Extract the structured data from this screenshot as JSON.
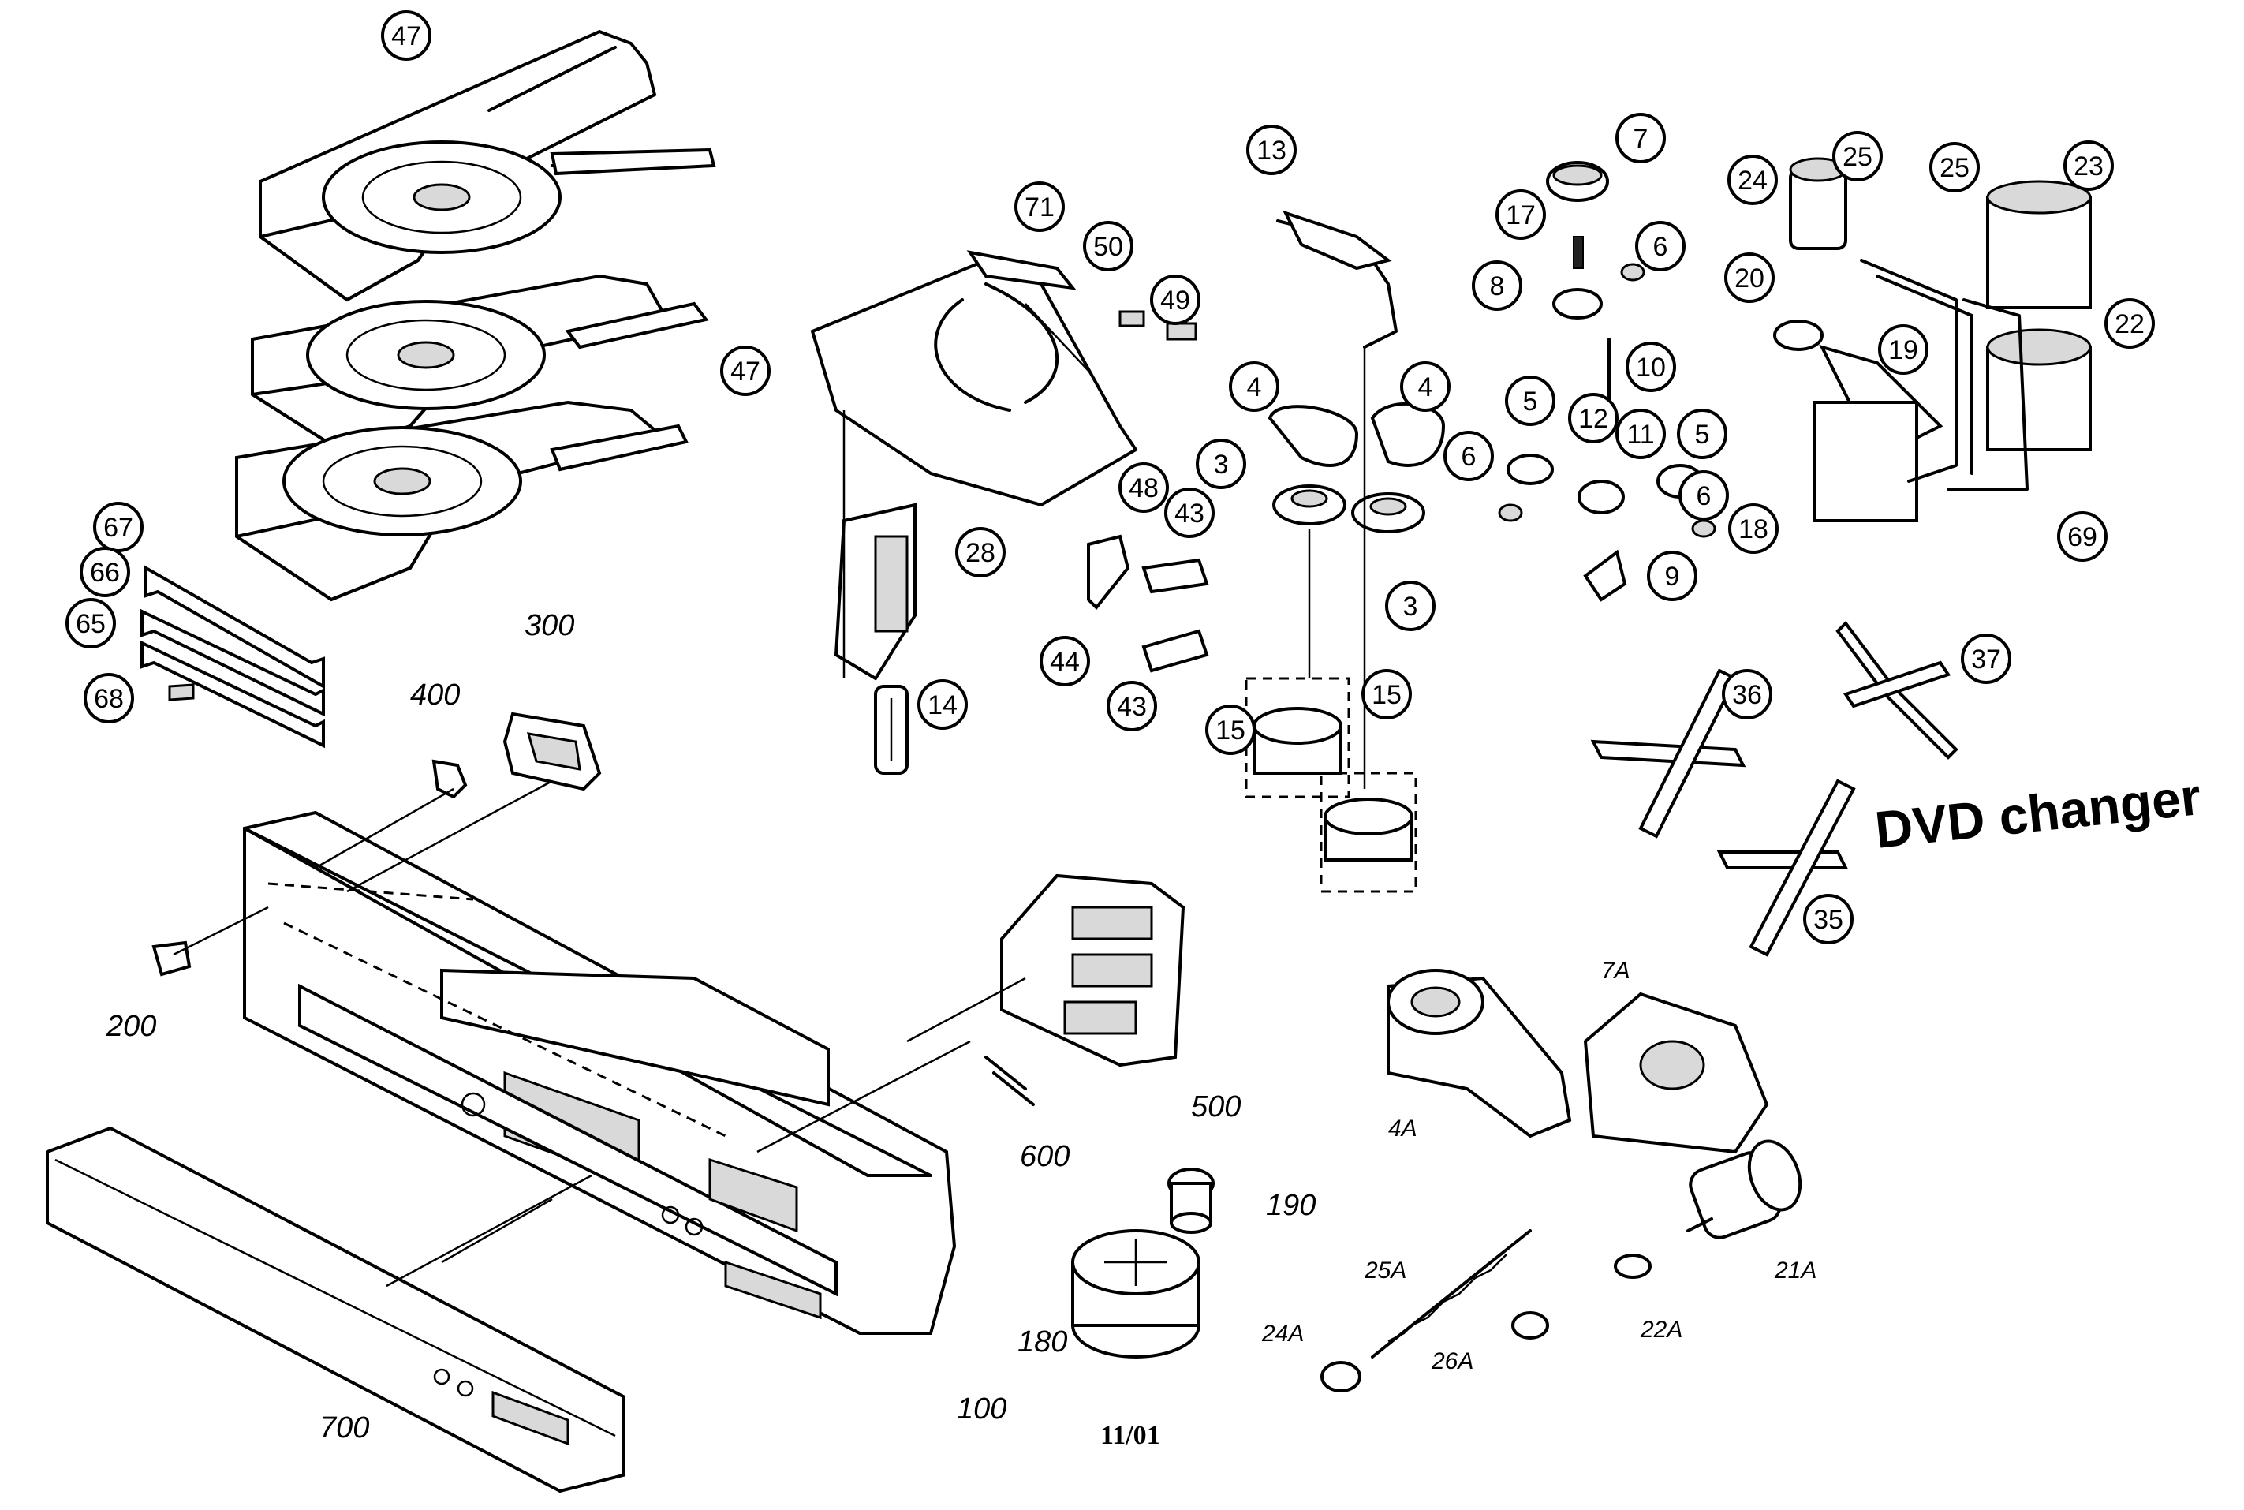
{
  "title": "DVD changer",
  "footer": "11/01",
  "callouts": [
    {
      "label": "47"
    },
    {
      "label": "47"
    },
    {
      "label": "71"
    },
    {
      "label": "50"
    },
    {
      "label": "49"
    },
    {
      "label": "48"
    },
    {
      "label": "28"
    },
    {
      "label": "14"
    },
    {
      "label": "43"
    },
    {
      "label": "44"
    },
    {
      "label": "43"
    },
    {
      "label": "13"
    },
    {
      "label": "4"
    },
    {
      "label": "4"
    },
    {
      "label": "3"
    },
    {
      "label": "3"
    },
    {
      "label": "15"
    },
    {
      "label": "15"
    },
    {
      "label": "7"
    },
    {
      "label": "17"
    },
    {
      "label": "6"
    },
    {
      "label": "8"
    },
    {
      "label": "10"
    },
    {
      "label": "5"
    },
    {
      "label": "12"
    },
    {
      "label": "11"
    },
    {
      "label": "5"
    },
    {
      "label": "6"
    },
    {
      "label": "6"
    },
    {
      "label": "9"
    },
    {
      "label": "24"
    },
    {
      "label": "25"
    },
    {
      "label": "25"
    },
    {
      "label": "23"
    },
    {
      "label": "20"
    },
    {
      "label": "19"
    },
    {
      "label": "22"
    },
    {
      "label": "18"
    },
    {
      "label": "69"
    },
    {
      "label": "36"
    },
    {
      "label": "37"
    },
    {
      "label": "35"
    },
    {
      "label": "67"
    },
    {
      "label": "66"
    },
    {
      "label": "65"
    },
    {
      "label": "68"
    }
  ],
  "part_labels": [
    {
      "label": "300"
    },
    {
      "label": "400"
    },
    {
      "label": "200"
    },
    {
      "label": "500"
    },
    {
      "label": "600"
    },
    {
      "label": "190"
    },
    {
      "label": "180"
    },
    {
      "label": "100"
    },
    {
      "label": "700"
    },
    {
      "label": "4A"
    },
    {
      "label": "7A"
    },
    {
      "label": "21A"
    },
    {
      "label": "22A"
    },
    {
      "label": "25A"
    },
    {
      "label": "24A"
    },
    {
      "label": "26A"
    }
  ]
}
